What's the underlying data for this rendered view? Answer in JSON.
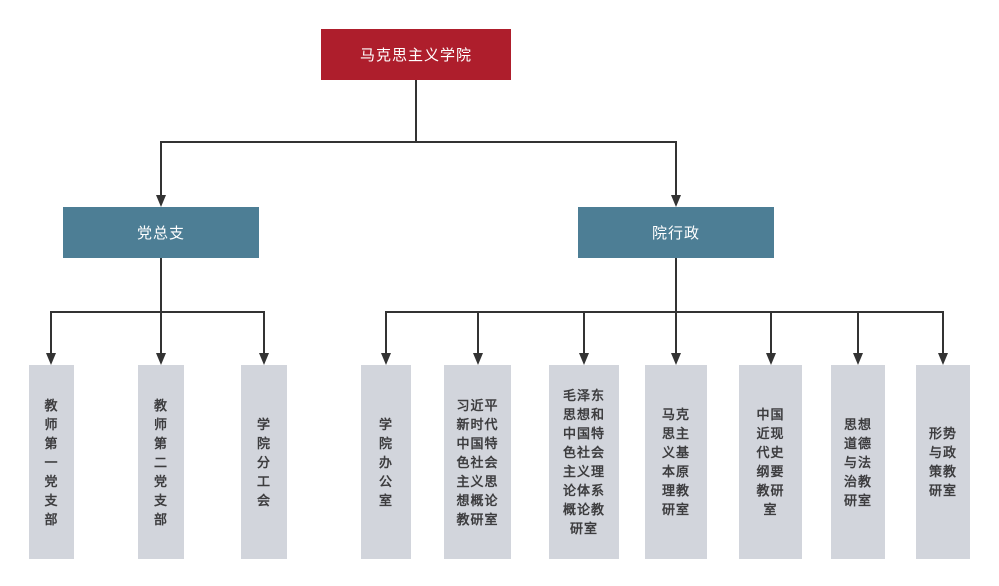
{
  "org_chart": {
    "type": "org-tree",
    "root": {
      "label": "马克思主义学院"
    },
    "branches": [
      {
        "label": "党总支",
        "parent": "马克思主义学院"
      },
      {
        "label": "院行政",
        "parent": "马克思主义学院"
      }
    ],
    "leaves": [
      {
        "label": "教师第一党支部",
        "display": "教\n师\n第\n一\n党\n支\n部",
        "parent": "党总支"
      },
      {
        "label": "教师第二党支部",
        "display": "教\n师\n第\n二\n党\n支\n部",
        "parent": "党总支"
      },
      {
        "label": "学院分工会",
        "display": "学\n院\n分\n工\n会",
        "parent": "党总支"
      },
      {
        "label": "学院办公室",
        "display": "学\n院\n办\n公\n室",
        "parent": "院行政"
      },
      {
        "label": "习近平新时代中国特色社会主义思想概论教研室",
        "display": "习近平\n新时代\n中国特\n色社会\n主义思\n想概论\n教研室",
        "parent": "院行政"
      },
      {
        "label": "毛泽东思想和中国特色社会主义理论体系概论教研室",
        "display": "毛泽东\n思想和\n中国特\n色社会\n主义理\n论体系\n概论教\n研室",
        "parent": "院行政"
      },
      {
        "label": "马克思主义基本原理教研室",
        "display": "马克\n思主\n义基\n本原\n理教\n研室",
        "parent": "院行政"
      },
      {
        "label": "中国近现代史纲要教研室",
        "display": "中国\n近现\n代史\n纲要\n教研\n室",
        "parent": "院行政"
      },
      {
        "label": "思想道德与法治教研室",
        "display": "思想\n道德\n与法\n治教\n研室",
        "parent": "院行政"
      },
      {
        "label": "形势与政策教研室",
        "display": "形势\n与政\n策教\n研室",
        "parent": "院行政"
      }
    ],
    "colors": {
      "root_bg": "#ae1e2c",
      "branch_bg": "#4d7e95",
      "leaf_bg": "#d2d5dc",
      "node_text_light": "#ffffff",
      "leaf_text": "#3d3d3f",
      "connector": "#333333",
      "background": "#ffffff"
    }
  }
}
